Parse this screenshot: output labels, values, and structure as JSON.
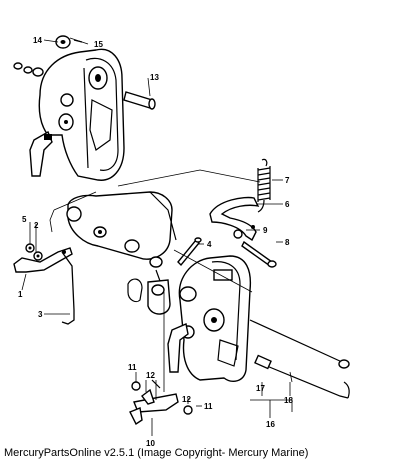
{
  "diagram": {
    "callouts": [
      "1",
      "2",
      "3",
      "4",
      "5",
      "6",
      "7",
      "8",
      "9",
      "10",
      "11",
      "12",
      "13",
      "14",
      "15",
      "16",
      "17",
      "18"
    ]
  },
  "footer": {
    "text": "MercuryPartsOnline v2.5.1 (Image Copyright- Mercury Marine)"
  }
}
